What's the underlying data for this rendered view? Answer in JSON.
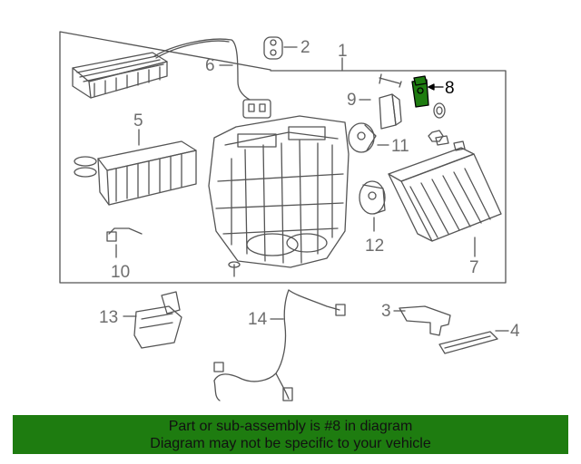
{
  "diagram": {
    "callouts": [
      {
        "id": "1",
        "label": "1"
      },
      {
        "id": "2",
        "label": "2"
      },
      {
        "id": "3",
        "label": "3"
      },
      {
        "id": "4",
        "label": "4"
      },
      {
        "id": "5",
        "label": "5"
      },
      {
        "id": "6",
        "label": "6"
      },
      {
        "id": "7",
        "label": "7"
      },
      {
        "id": "8",
        "label": "8",
        "highlighted": true
      },
      {
        "id": "9",
        "label": "9"
      },
      {
        "id": "10",
        "label": "10"
      },
      {
        "id": "11",
        "label": "11"
      },
      {
        "id": "12",
        "label": "12"
      },
      {
        "id": "13",
        "label": "13"
      },
      {
        "id": "14",
        "label": "14"
      }
    ],
    "colors": {
      "line": "#555555",
      "highlight": "#1e7c10",
      "banner": "#1e7c10"
    }
  },
  "banner": {
    "line1": "Part or sub-assembly is #8 in diagram",
    "line2": "Diagram may not be specific to your vehicle"
  }
}
